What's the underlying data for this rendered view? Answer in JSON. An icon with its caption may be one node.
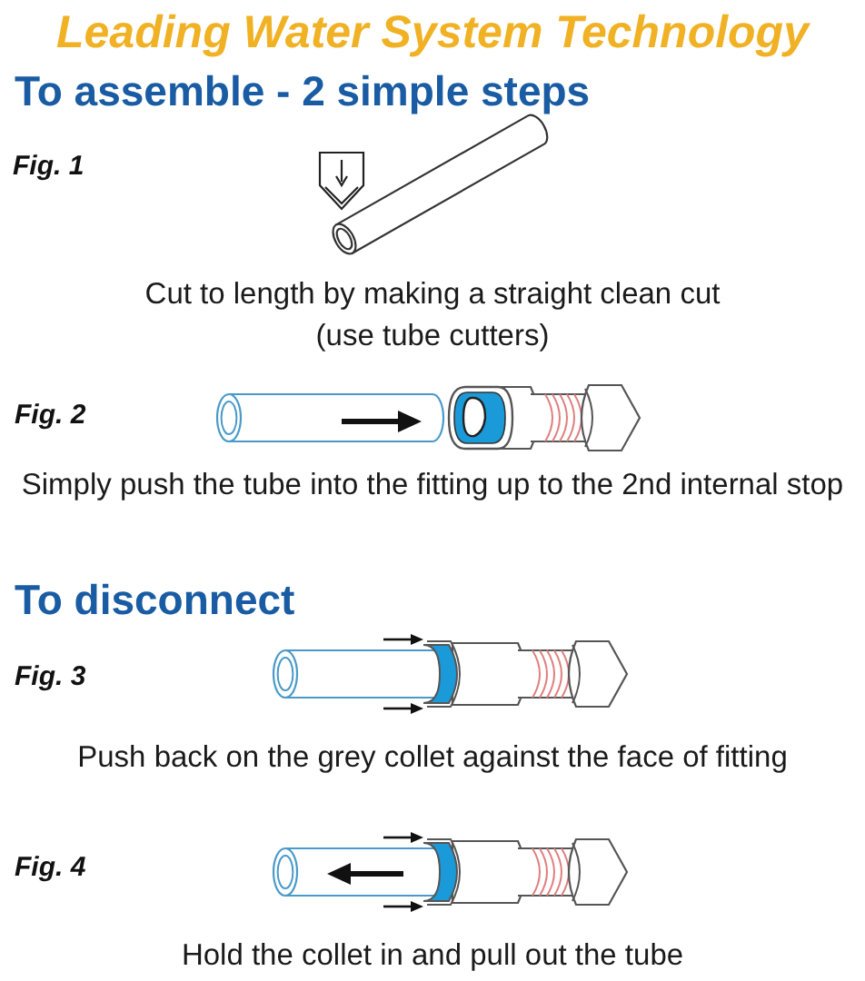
{
  "diagram": {
    "title": "Leading Water System Technology",
    "labels": [
      "To assemble - 2 simple steps",
      "Fig. 1",
      "Cut to length by making a straight clean cut",
      "(use tube cutters)",
      "Fig. 2",
      "Simply push the tube into the fitting up to the 2nd internal stop",
      "To disconnect",
      "Fig. 3",
      "Push back on the grey collet against the face of fitting",
      "Fig. 4",
      "Hold the collet in and pull out the tube"
    ]
  }
}
